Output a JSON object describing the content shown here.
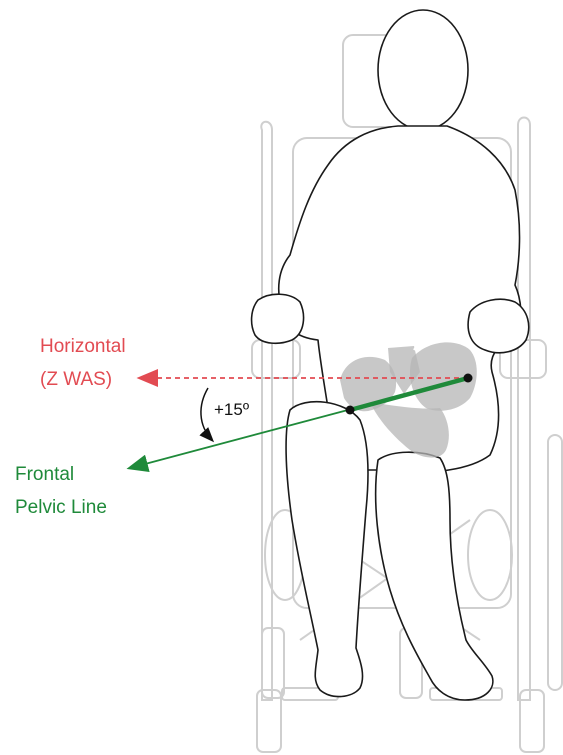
{
  "labels": {
    "horizontal_line1": "Horizontal",
    "horizontal_line2": "(Z WAS)",
    "frontal_line1": "Frontal",
    "frontal_line2": "Pelvic Line",
    "angle": "+15º"
  },
  "colors": {
    "horizontal": "#e24b52",
    "frontal": "#1f8a3a",
    "outline": "#1a1a1a",
    "chair": "#cfcfcf",
    "pelvis": "#b5b5b5"
  },
  "figure": {
    "subject": "seated-person-in-wheelchair",
    "pelvic_tilt_degrees": 15
  }
}
